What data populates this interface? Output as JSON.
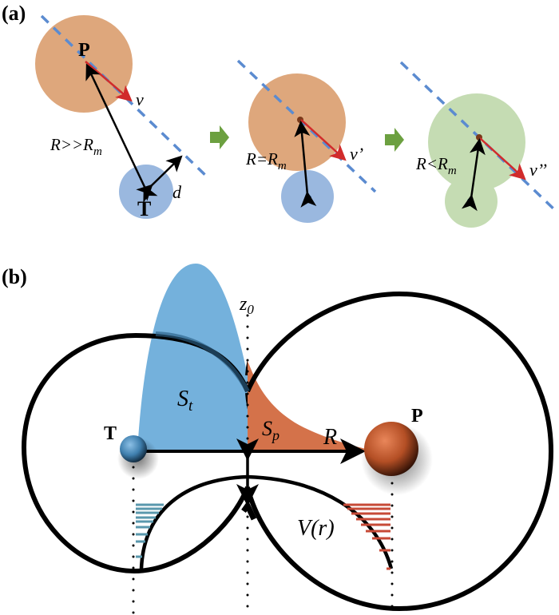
{
  "panel_a": {
    "label": "(a)",
    "colors": {
      "projectile": "#dea77c",
      "target": "#9ab8df",
      "merged": "#c5dcb3",
      "velocity": "#d12b2b",
      "trajectory": "#5b8bd0",
      "step_arrow": "#6ca040"
    },
    "stage1": {
      "projectile_label": "P",
      "target_label": "T",
      "velocity_label": "v",
      "distance_relation": "R>>R",
      "distance_subscript": "m",
      "impact_parameter_label": "d"
    },
    "stage2": {
      "velocity_label": "v’",
      "distance_relation": "R=R",
      "distance_subscript": "m"
    },
    "stage3": {
      "velocity_label": "v’’",
      "distance_relation": "R<R",
      "distance_subscript": "m"
    }
  },
  "panel_b": {
    "label": "(b)",
    "colors": {
      "target_density": "#74b1dc",
      "projectile_density": "#d4724a",
      "target_sphere": "#3f7fae",
      "projectile_sphere": "#c4562a",
      "target_hatch": "#5a98ad",
      "projectile_hatch": "#c74a37"
    },
    "target_label": "T",
    "projectile_label": "P",
    "neck_label": "z",
    "neck_subscript": "0",
    "target_area_label": "S",
    "target_area_subscript": "t",
    "projectile_area_label": "S",
    "projectile_area_subscript": "p",
    "distance_label": "R",
    "potential_label": "V(r)"
  }
}
